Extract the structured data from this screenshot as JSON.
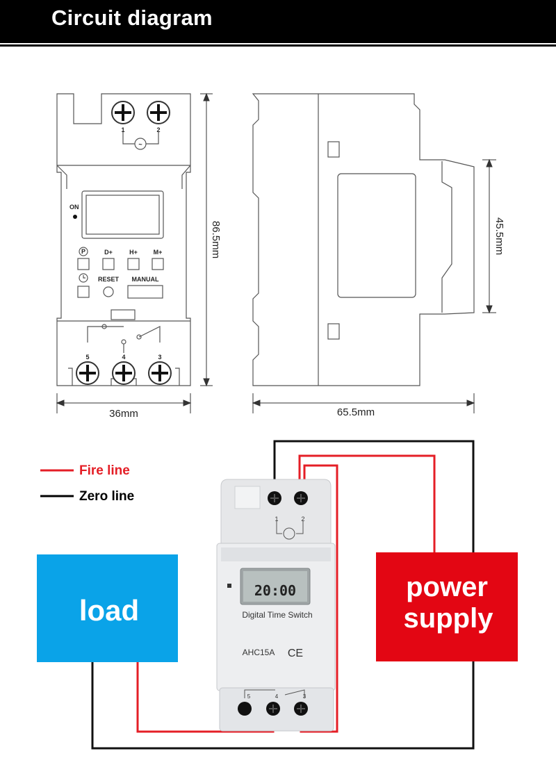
{
  "header": {
    "title": "Circuit diagram"
  },
  "front_view": {
    "top_terminals": [
      "1",
      "2"
    ],
    "ac_symbol": "~",
    "on_label": "ON",
    "buttons": {
      "p": "P",
      "d_plus": "D+",
      "h_plus": "H+",
      "m_plus": "M+",
      "reset": "RESET",
      "manual": "MANUAL"
    },
    "bottom_terminals": [
      "5",
      "4",
      "3"
    ],
    "height_dim": "86.5mm",
    "width_dim": "36mm"
  },
  "side_view": {
    "width_dim": "65.5mm",
    "inner_height_dim": "45.5mm"
  },
  "legend": {
    "fire_line": {
      "label": "Fire line",
      "color": "#e41e26"
    },
    "zero_line": {
      "label": "Zero line",
      "color": "#000000"
    }
  },
  "load_box": {
    "label": "load",
    "color": "#0aa3e8"
  },
  "power_box": {
    "line1": "power",
    "line2": "supply",
    "color": "#e30613"
  },
  "device": {
    "top_terminals": [
      "1",
      "2"
    ],
    "name": "Digital Time Switch",
    "model": "AHC15A",
    "ce_mark": "CE",
    "bottom_terminals": [
      "5",
      "4",
      "3"
    ]
  }
}
